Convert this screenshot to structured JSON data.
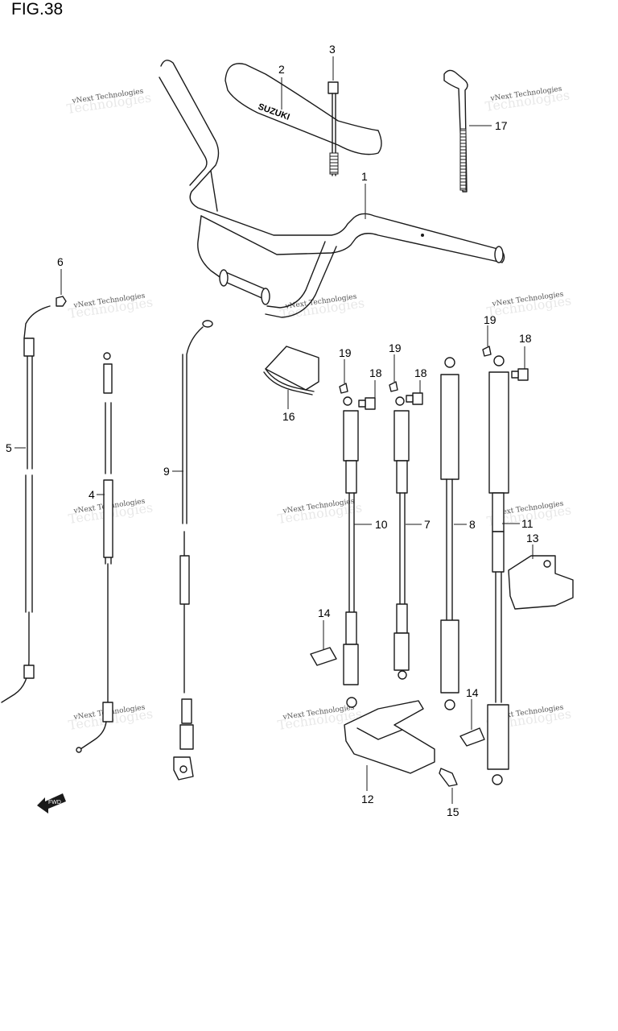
{
  "figure": {
    "title": "FIG.38",
    "logo_text": "SUZUKI",
    "fwd_label": "FWD"
  },
  "watermark": {
    "line1": "vNext Technologies",
    "line2": "Technologies"
  },
  "callouts": {
    "c1": "1",
    "c2": "2",
    "c3": "3",
    "c4": "4",
    "c5": "5",
    "c6": "6",
    "c7": "7",
    "c8": "8",
    "c9": "9",
    "c10": "10",
    "c11": "11",
    "c12": "12",
    "c13": "13",
    "c14a": "14",
    "c14b": "14",
    "c15": "15",
    "c16": "16",
    "c17": "17",
    "c18a": "18",
    "c18b": "18",
    "c18c": "18",
    "c19a": "19",
    "c19b": "19",
    "c19c": "19"
  }
}
